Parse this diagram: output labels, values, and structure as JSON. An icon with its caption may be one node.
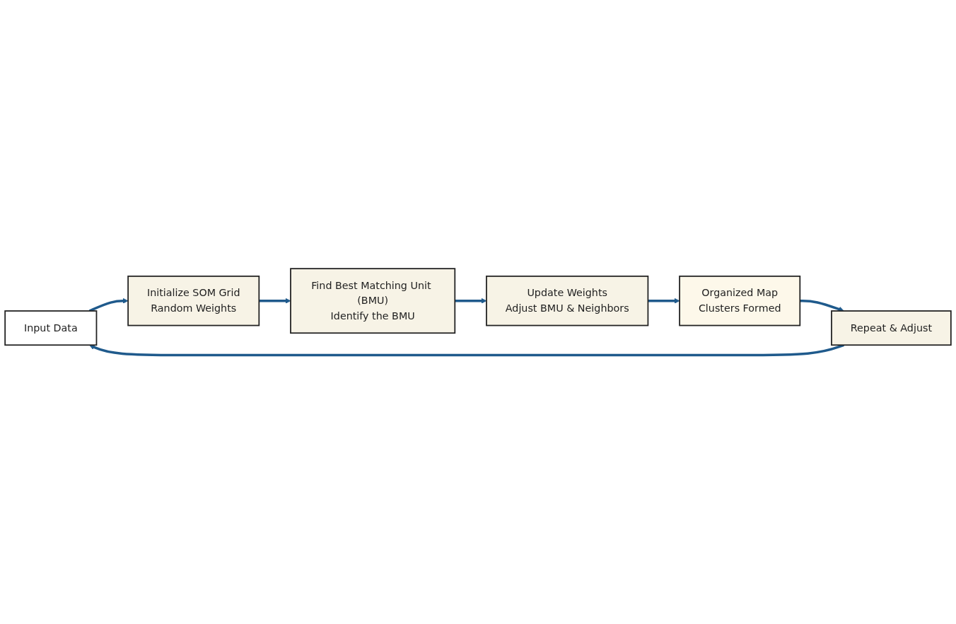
{
  "diagram": {
    "nodes": [
      {
        "text": [
          "Input Data"
        ]
      },
      {
        "text": [
          "Initialize SOM Grid",
          "Random Weights"
        ]
      },
      {
        "text": [
          "Find Best Matching Unit (BMU)",
          "Identify the BMU"
        ]
      },
      {
        "text": [
          "Update Weights",
          "Adjust BMU & Neighbors"
        ]
      },
      {
        "text": [
          "Organized Map",
          "Clusters Formed"
        ]
      },
      {
        "text": [
          "Repeat & Adjust"
        ]
      }
    ],
    "edges": [
      {
        "from": 0,
        "to": 1,
        "arrow": "to"
      },
      {
        "from": 1,
        "to": 2,
        "arrow": "to"
      },
      {
        "from": 2,
        "to": 3,
        "arrow": "to"
      },
      {
        "from": 3,
        "to": 4,
        "arrow": "to"
      },
      {
        "from": 4,
        "to": 5,
        "arrow": "to"
      },
      {
        "from": 5,
        "to": 0,
        "arrow": "to"
      }
    ]
  }
}
